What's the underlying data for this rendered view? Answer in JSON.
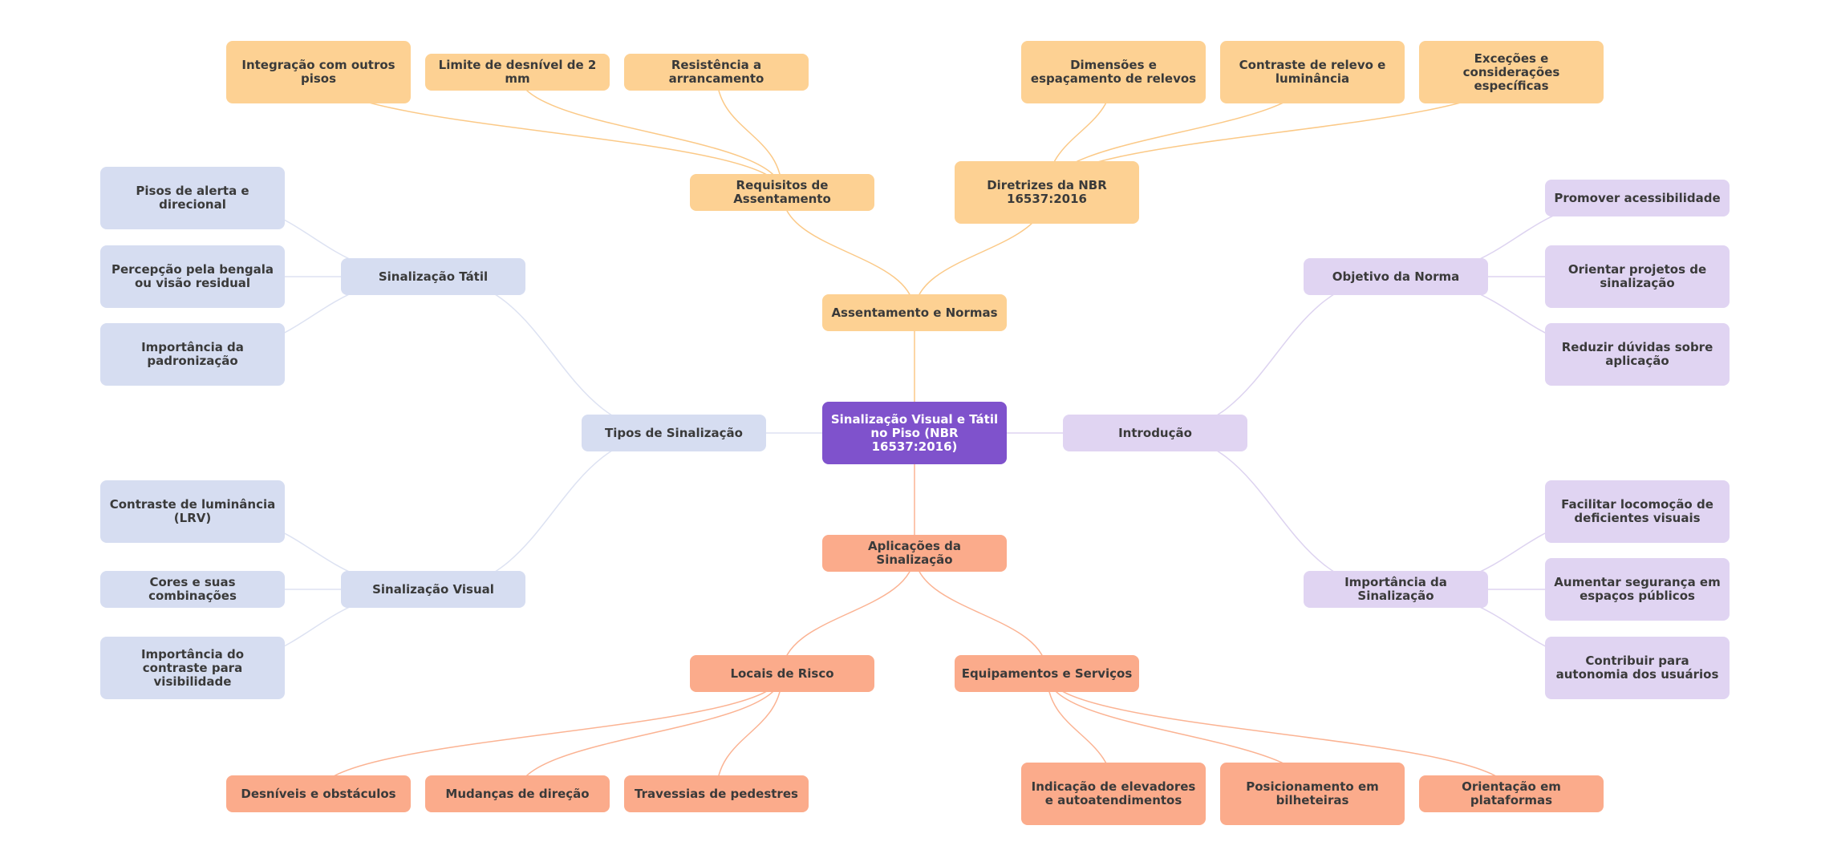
{
  "colors": {
    "central": "#7f52cc",
    "orange": "#fdd193",
    "orange_edge": "#fbc987",
    "purple": "#e0d4f2",
    "purple_edge": "#ddd3f0",
    "blue": "#d6ddf1",
    "blue_edge": "#dde2f2",
    "salmon": "#fbab8b",
    "salmon_edge": "#fbb393"
  },
  "mindmap": {
    "root": {
      "label": "Sinalização Visual e Tátil no Piso (NBR 16537:2016)"
    },
    "branches": [
      {
        "id": "assentamento",
        "label": "Assentamento e Normas",
        "children": [
          {
            "id": "requisitos",
            "label": "Requisitos de Assentamento",
            "children": [
              {
                "id": "integracao",
                "label": "Integração com outros pisos"
              },
              {
                "id": "desnivel",
                "label": "Limite de desnível de 2 mm"
              },
              {
                "id": "resistencia",
                "label": "Resistência a arrancamento"
              }
            ]
          },
          {
            "id": "diretrizes",
            "label": "Diretrizes da NBR 16537:2016",
            "children": [
              {
                "id": "dimensoes",
                "label": "Dimensões e espaçamento de relevos"
              },
              {
                "id": "contraste-relevo",
                "label": "Contraste de relevo e luminância"
              },
              {
                "id": "excecoes",
                "label": "Exceções e considerações específicas"
              }
            ]
          }
        ]
      },
      {
        "id": "introducao",
        "label": "Introdução",
        "children": [
          {
            "id": "objetivo",
            "label": "Objetivo da Norma",
            "children": [
              {
                "id": "promover",
                "label": "Promover acessibilidade"
              },
              {
                "id": "orientar",
                "label": "Orientar projetos de sinalização"
              },
              {
                "id": "reduzir",
                "label": "Reduzir dúvidas sobre aplicação"
              }
            ]
          },
          {
            "id": "importancia-sin",
            "label": "Importância da Sinalização",
            "children": [
              {
                "id": "facilitar",
                "label": "Facilitar locomoção de deficientes visuais"
              },
              {
                "id": "aumentar",
                "label": "Aumentar segurança em espaços públicos"
              },
              {
                "id": "contribuir",
                "label": "Contribuir para autonomia dos usuários"
              }
            ]
          }
        ]
      },
      {
        "id": "aplicacoes",
        "label": "Aplicações da Sinalização",
        "children": [
          {
            "id": "locais",
            "label": "Locais de Risco",
            "children": [
              {
                "id": "desniveis",
                "label": "Desníveis e obstáculos"
              },
              {
                "id": "mudancas",
                "label": "Mudanças de direção"
              },
              {
                "id": "travessias",
                "label": "Travessias de pedestres"
              }
            ]
          },
          {
            "id": "equipamentos",
            "label": "Equipamentos e Serviços",
            "children": [
              {
                "id": "elevadores",
                "label": "Indicação de elevadores e autoatendimentos"
              },
              {
                "id": "bilheterias",
                "label": "Posicionamento em bilheteiras"
              },
              {
                "id": "plataformas",
                "label": "Orientação em plataformas"
              }
            ]
          }
        ]
      },
      {
        "id": "tipos",
        "label": "Tipos de Sinalização",
        "children": [
          {
            "id": "tatil",
            "label": "Sinalização Tátil",
            "children": [
              {
                "id": "pisos",
                "label": "Pisos de alerta e direcional"
              },
              {
                "id": "percepcao",
                "label": "Percepção pela bengala ou visão residual"
              },
              {
                "id": "padronizacao",
                "label": "Importância da padronização"
              }
            ]
          },
          {
            "id": "visual",
            "label": "Sinalização Visual",
            "children": [
              {
                "id": "lrv",
                "label": "Contraste de luminância (LRV)"
              },
              {
                "id": "cores",
                "label": "Cores e suas combinações"
              },
              {
                "id": "visibilidade",
                "label": "Importância do contraste para visibilidade"
              }
            ]
          }
        ]
      }
    ]
  }
}
